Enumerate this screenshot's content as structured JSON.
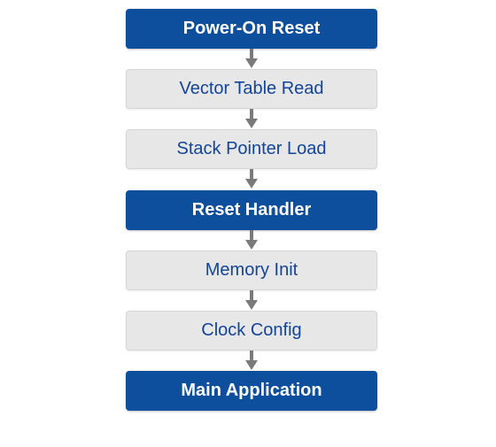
{
  "flowchart": {
    "steps": [
      {
        "label": "Power-On Reset",
        "style": "primary"
      },
      {
        "label": "Vector Table Read",
        "style": "secondary"
      },
      {
        "label": "Stack Pointer Load",
        "style": "secondary"
      },
      {
        "label": "Reset Handler",
        "style": "primary"
      },
      {
        "label": "Memory Init",
        "style": "secondary"
      },
      {
        "label": "Clock Config",
        "style": "secondary"
      },
      {
        "label": "Main Application",
        "style": "primary"
      }
    ],
    "colors": {
      "primary_fill": "#0d4f9c",
      "primary_text": "#ffffff",
      "secondary_fill": "#e7e7e7",
      "secondary_text": "#12449a",
      "arrow": "#7a7a7a"
    }
  }
}
